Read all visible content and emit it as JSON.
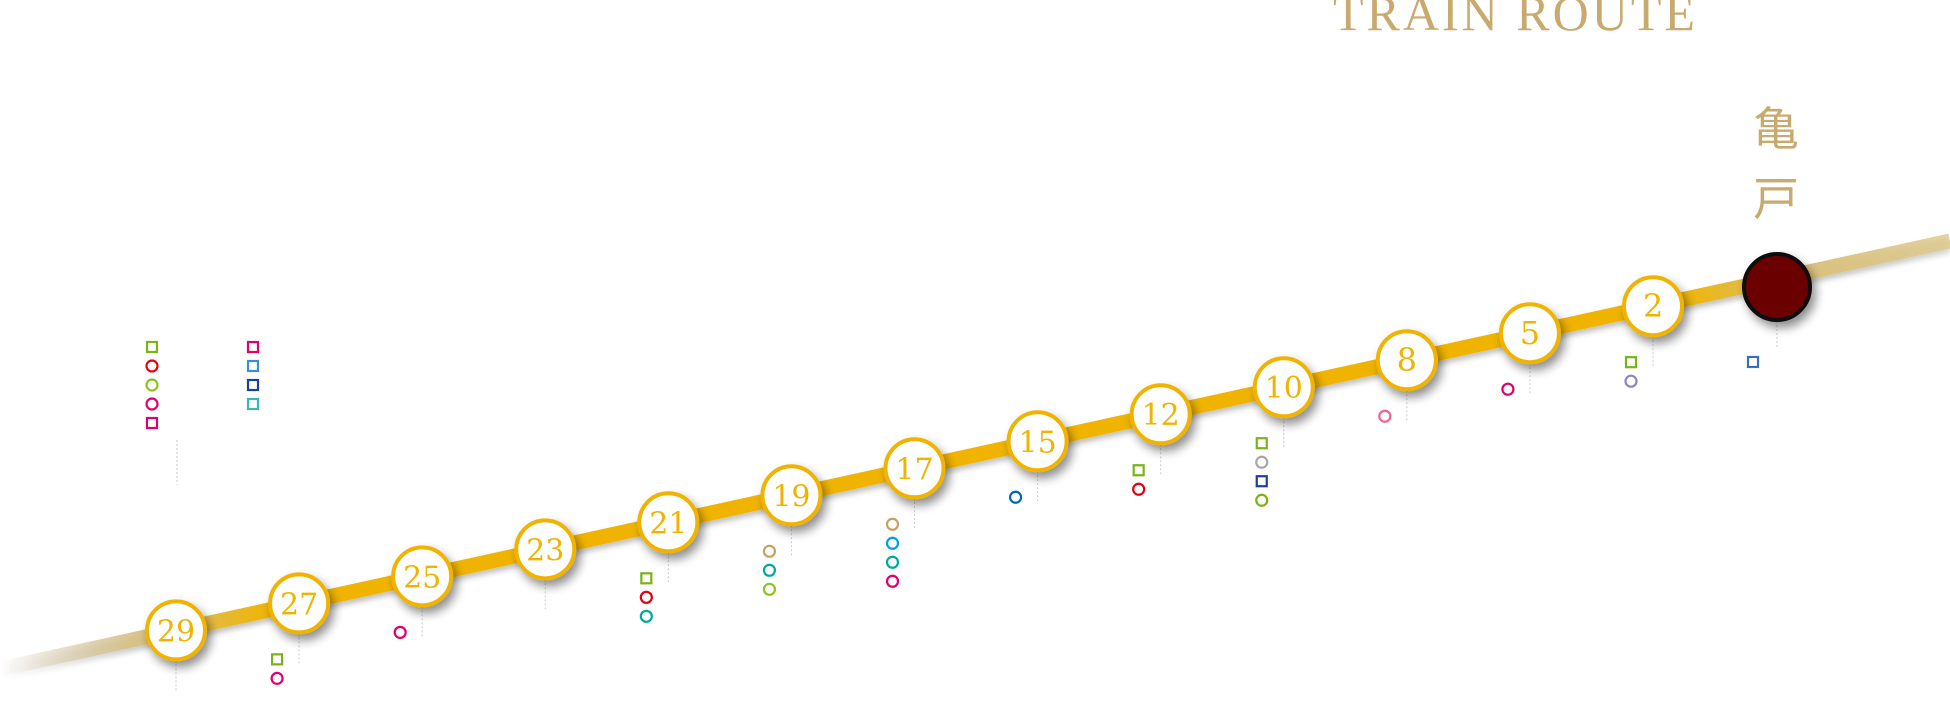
{
  "header": {
    "title": "TRAIN ROUTE"
  },
  "terminal": {
    "name_line1": "亀",
    "name_line2": "戸"
  },
  "colors": {
    "route_main": "#f0b400",
    "route_fade": "#d9c07a",
    "stop_fill": "#ffffff",
    "stop_border": "#f0b400",
    "stop_text": "#f0b400",
    "terminal_fill": "#6b0000",
    "terminal_border": "#111111",
    "accent_text": "#c8aa6e",
    "leader_line": "#cccccc"
  },
  "stops": [
    {
      "label": "2",
      "markers": [
        {
          "shape": "square",
          "color": "#7ab317"
        },
        {
          "shape": "circle",
          "color": "#8e86c4"
        }
      ]
    },
    {
      "label": "5",
      "markers": [
        {
          "shape": "circle",
          "color": "#e0006e"
        }
      ]
    },
    {
      "label": "8",
      "markers": [
        {
          "shape": "circle",
          "color": "#f06292"
        }
      ]
    },
    {
      "label": "10",
      "markers": [
        {
          "shape": "square",
          "color": "#7ab317"
        },
        {
          "shape": "circle",
          "color": "#a7a7a7"
        },
        {
          "shape": "square",
          "color": "#1a3f9c"
        },
        {
          "shape": "circle",
          "color": "#7ab317"
        }
      ]
    },
    {
      "label": "12",
      "markers": [
        {
          "shape": "square",
          "color": "#7ab317"
        },
        {
          "shape": "circle",
          "color": "#e60012"
        }
      ]
    },
    {
      "label": "15",
      "markers": [
        {
          "shape": "circle",
          "color": "#0068b7"
        }
      ]
    },
    {
      "label": "17",
      "markers": [
        {
          "shape": "circle",
          "color": "#c8a064"
        },
        {
          "shape": "circle",
          "color": "#00a0e9"
        },
        {
          "shape": "circle",
          "color": "#00a99d"
        },
        {
          "shape": "circle",
          "color": "#e0006e"
        }
      ]
    },
    {
      "label": "19",
      "markers": [
        {
          "shape": "circle",
          "color": "#c8a064"
        },
        {
          "shape": "circle",
          "color": "#00a99d"
        },
        {
          "shape": "circle",
          "color": "#8fc31f"
        }
      ]
    },
    {
      "label": "21",
      "markers": [
        {
          "shape": "square",
          "color": "#7ab317"
        },
        {
          "shape": "circle",
          "color": "#e60012"
        },
        {
          "shape": "circle",
          "color": "#00a99d"
        }
      ]
    },
    {
      "label": "23",
      "markers": []
    },
    {
      "label": "25",
      "markers": [
        {
          "shape": "circle",
          "color": "#e0006e"
        }
      ]
    },
    {
      "label": "27",
      "markers": [
        {
          "shape": "square",
          "color": "#7ab317"
        },
        {
          "shape": "circle",
          "color": "#e0006e"
        }
      ]
    },
    {
      "label": "29",
      "markers": []
    }
  ],
  "terminal_markers": [
    {
      "shape": "square",
      "color": "#3a6fb7"
    }
  ],
  "extra_markers": [
    [
      {
        "shape": "square",
        "color": "#7ab317"
      },
      {
        "shape": "circle",
        "color": "#e60012"
      },
      {
        "shape": "circle",
        "color": "#8fc31f"
      },
      {
        "shape": "circle",
        "color": "#e0006e"
      },
      {
        "shape": "square",
        "color": "#e0006e"
      }
    ],
    [
      {
        "shape": "square",
        "color": "#e0006e"
      },
      {
        "shape": "square",
        "color": "#3a8fd8"
      },
      {
        "shape": "square",
        "color": "#1a3f9c"
      },
      {
        "shape": "square",
        "color": "#3ab8b0"
      }
    ]
  ]
}
